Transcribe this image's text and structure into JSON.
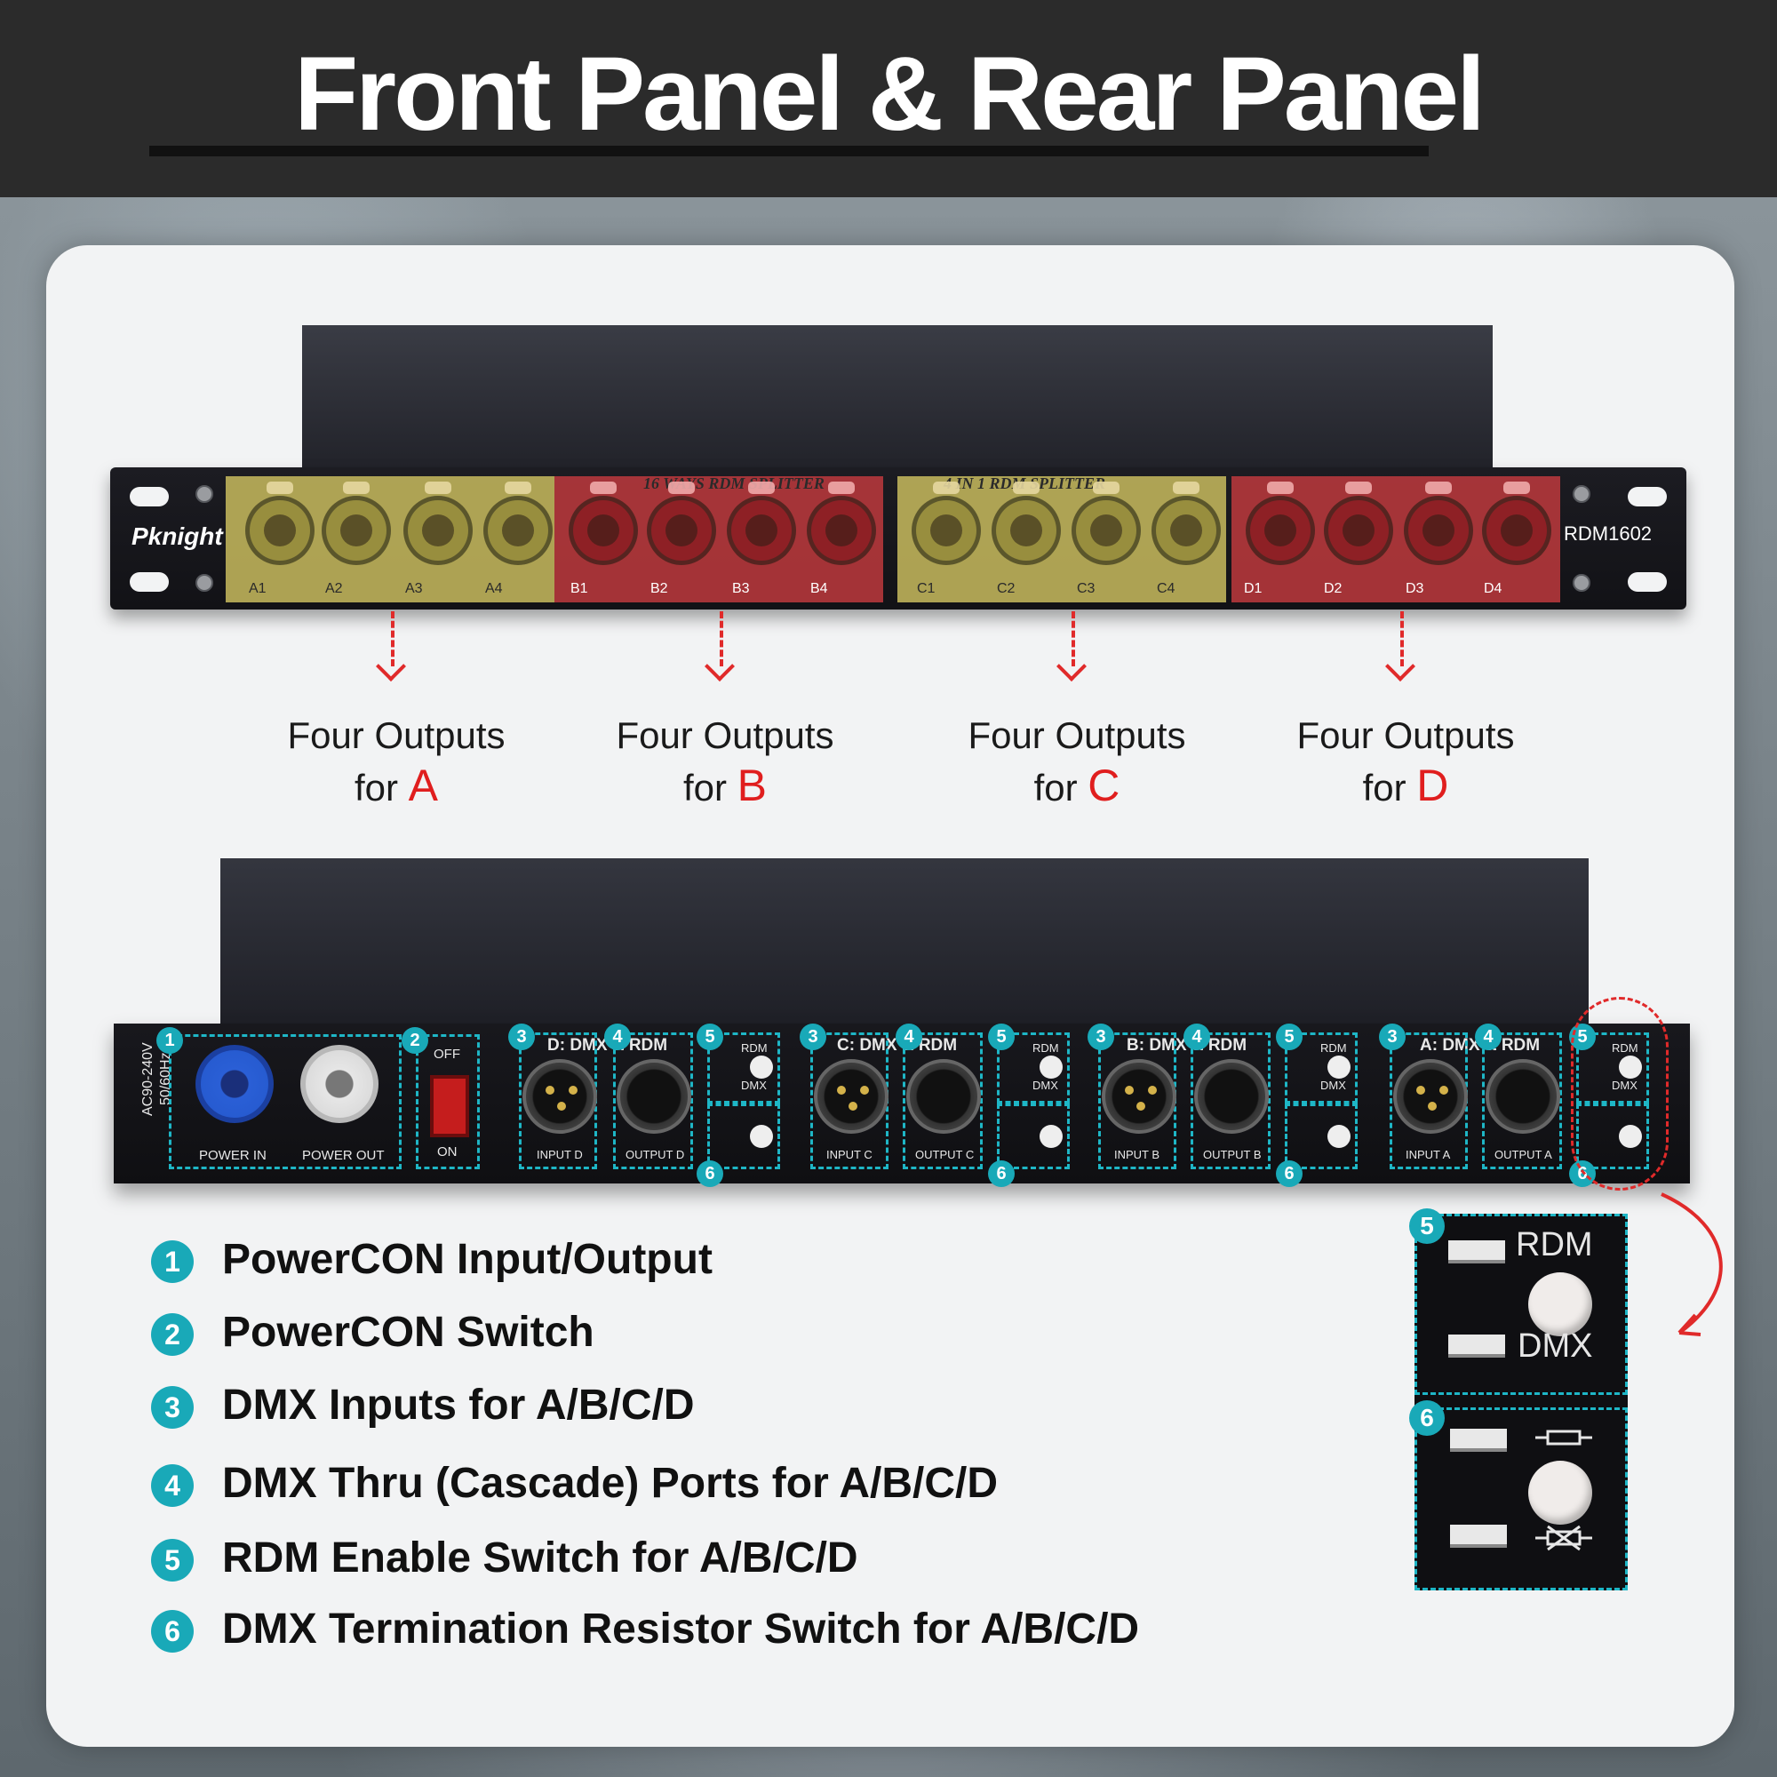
{
  "header": {
    "title": "Front Panel & Rear Panel"
  },
  "front_panel": {
    "brand": "Pknight",
    "model": "RDM1602",
    "group_titles": [
      "16 WAYS RDM SPLITTER",
      "4 IN 1 RDM SPLITTER"
    ],
    "groups": [
      {
        "color": "#d0c260",
        "ports": [
          "A1",
          "A2",
          "A3",
          "A4"
        ]
      },
      {
        "color": "#c43a3e",
        "ports": [
          "B1",
          "B2",
          "B3",
          "B4"
        ]
      },
      {
        "color": "#d0c260",
        "ports": [
          "C1",
          "C2",
          "C3",
          "C4"
        ]
      },
      {
        "color": "#c43a3e",
        "ports": [
          "D1",
          "D2",
          "D3",
          "D4"
        ]
      }
    ]
  },
  "outputs": [
    {
      "line1": "Four Outputs",
      "line2": "for",
      "letter": "A"
    },
    {
      "line1": "Four Outputs",
      "line2": "for",
      "letter": "B"
    },
    {
      "line1": "Four Outputs",
      "line2": "for",
      "letter": "C"
    },
    {
      "line1": "Four Outputs",
      "line2": "for",
      "letter": "D"
    }
  ],
  "rear_panel": {
    "voltage": "AC90-240V",
    "frequency": "50/60Hz",
    "power_in": "POWER IN",
    "power_out": "POWER OUT",
    "switch_off": "OFF",
    "switch_on": "ON",
    "rdm_label": "RDM",
    "dmx_label": "DMX",
    "channels": [
      {
        "title": "D: DMX & RDM",
        "input": "INPUT D",
        "output": "OUTPUT D"
      },
      {
        "title": "C: DMX & RDM",
        "input": "INPUT C",
        "output": "OUTPUT C"
      },
      {
        "title": "B: DMX & RDM",
        "input": "INPUT B",
        "output": "OUTPUT B"
      },
      {
        "title": "A: DMX & RDM",
        "input": "INPUT A",
        "output": "OUTPUT A"
      }
    ],
    "badges": [
      "1",
      "2",
      "3",
      "4",
      "5",
      "6"
    ]
  },
  "legend": [
    {
      "num": "1",
      "text": "PowerCON Input/Output"
    },
    {
      "num": "2",
      "text": "PowerCON Switch"
    },
    {
      "num": "3",
      "text": "DMX Inputs for A/B/C/D"
    },
    {
      "num": "4",
      "text": "DMX Thru (Cascade) Ports for A/B/C/D"
    },
    {
      "num": "5",
      "text": "RDM Enable Switch for A/B/C/D"
    },
    {
      "num": "6",
      "text": "DMX Termination Resistor Switch for A/B/C/D"
    }
  ],
  "zoom": {
    "badge5": "5",
    "badge6": "6",
    "rdm": "RDM",
    "dmx": "DMX"
  },
  "colors": {
    "accent_teal": "#19a9b8",
    "accent_red": "#e01e1e",
    "header_bg": "#2b2b2b"
  }
}
